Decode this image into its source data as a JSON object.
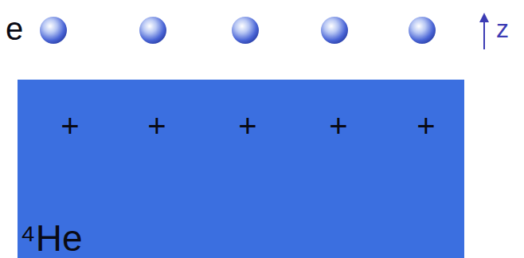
{
  "diagram": {
    "nodes": [
      {
        "text": [
          "+",
          "+",
          "+",
          "+",
          "+",
          "⁴He"
        ]
      }
    ],
    "labels": [
      "e",
      "z"
    ]
  }
}
